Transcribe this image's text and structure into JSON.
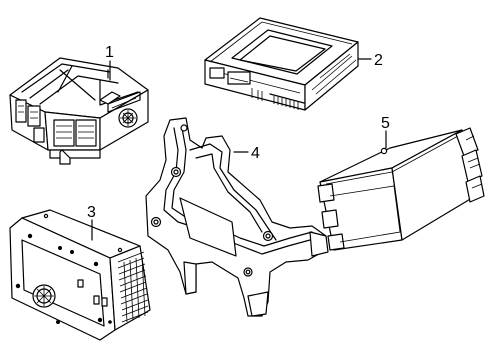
{
  "diagram": {
    "callouts": [
      {
        "id": "part-1",
        "label": "1"
      },
      {
        "id": "part-2",
        "label": "2"
      },
      {
        "id": "part-3",
        "label": "3"
      },
      {
        "id": "part-4",
        "label": "4"
      },
      {
        "id": "part-5",
        "label": "5"
      }
    ],
    "line_color": "#000000",
    "background_color": "#ffffff"
  }
}
